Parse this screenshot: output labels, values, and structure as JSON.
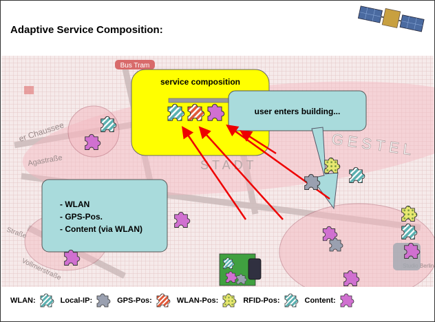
{
  "slide": {
    "title": "Adaptive Service Composition:",
    "service_box_title": "service composition",
    "callout_text": "user enters building...",
    "capabilities": [
      "- WLAN",
      "- GPS-Pos.",
      "- Content (via WLAN)"
    ],
    "map_labels": {
      "street_1": "er Chaussee",
      "street_2": "Agastraße",
      "district": "STADT",
      "area": "GESTEL",
      "sign": "Bus Tram",
      "road_left": "Straße",
      "road_bottom": "Vollmerstraße",
      "corner": "Studio Berlin"
    }
  },
  "legend": [
    {
      "label": "WLAN:",
      "icon": "puzzle-wlan-icon",
      "color": "#5ab0b0"
    },
    {
      "label": "Local-IP:",
      "icon": "puzzle-local-ip-icon",
      "color": "#9aa0b0"
    },
    {
      "label": "GPS-Pos:",
      "icon": "puzzle-gps-icon",
      "color": "#e05a3a"
    },
    {
      "label": "WLAN-Pos:",
      "icon": "puzzle-wlan-pos-icon",
      "color": "#d8d860"
    },
    {
      "label": "RFID-Pos:",
      "icon": "puzzle-rfid-icon",
      "color": "#5ab0b0"
    },
    {
      "label": "Content:",
      "icon": "puzzle-content-icon",
      "color": "#d070d0"
    }
  ],
  "colors": {
    "accent_yellow": "#ffff00",
    "callout_teal": "#a9dbdc",
    "arrow_red": "#ee0000"
  }
}
